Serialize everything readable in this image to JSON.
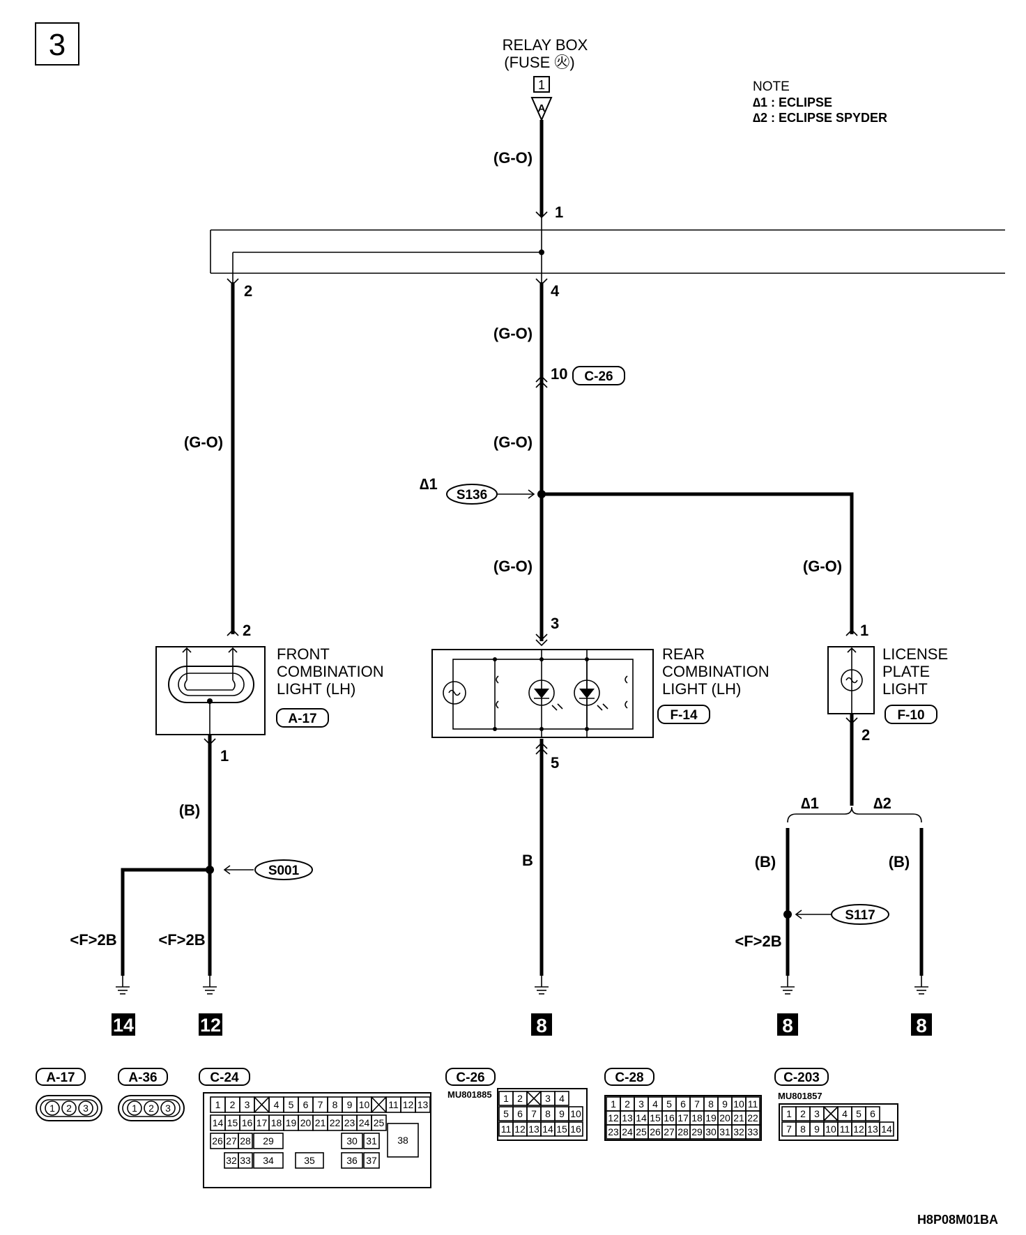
{
  "page": {
    "section_number": "3",
    "figure_code": "H8P08M01BA"
  },
  "note": {
    "title": "NOTE",
    "items": [
      "∆1 : ECLIPSE",
      "∆2 : ECLIPSE SPYDER"
    ]
  },
  "source": {
    "line1": "RELAY BOX",
    "line2": "(FUSE ㊋)",
    "connector_number": "1",
    "connector_letter": "A"
  },
  "wires": {
    "g_o": "(G-O)",
    "b_paren": "(B)",
    "b_plain": "B",
    "ground_ref": "<F>2B"
  },
  "pins": {
    "top_in": "1",
    "left_out": "2",
    "center_out": "4",
    "c26_pin": "10",
    "rear_in": "3",
    "rear_out": "5",
    "front_in": "2",
    "front_out": "1",
    "license_in": "1",
    "license_out": "2"
  },
  "splices": {
    "s136": "S136",
    "s001": "S001",
    "s117": "S117",
    "mark1": "∆1",
    "mark2": "∆2"
  },
  "components": {
    "front": {
      "lines": [
        "FRONT",
        "COMBINATION",
        "LIGHT (LH)"
      ],
      "connector": "A-17"
    },
    "rear": {
      "lines": [
        "REAR",
        "COMBINATION",
        "LIGHT (LH)"
      ],
      "connector": "F-14"
    },
    "license": {
      "lines": [
        "LICENSE",
        "PLATE",
        "LIGHT"
      ],
      "connector": "F-10"
    },
    "c26": "C-26"
  },
  "grounds": [
    "14",
    "12",
    "8",
    "8",
    "8"
  ],
  "connectors": {
    "a17": {
      "label": "A-17",
      "pins": [
        "1",
        "2",
        "3"
      ]
    },
    "a36": {
      "label": "A-36",
      "pins": [
        "1",
        "2",
        "3"
      ]
    },
    "c24": {
      "label": "C-24",
      "row1": [
        "1",
        "2",
        "3",
        "",
        "4",
        "5",
        "6",
        "7",
        "8",
        "9",
        "10",
        "",
        "11",
        "12",
        "13"
      ],
      "row2": [
        "14",
        "15",
        "16",
        "17",
        "18",
        "19",
        "20",
        "21",
        "22",
        "23",
        "24",
        "25"
      ],
      "row3": [
        "26",
        "27",
        "28",
        "29",
        "30",
        "31",
        "38"
      ],
      "row4": [
        "32",
        "33",
        "34",
        "35",
        "36",
        "37"
      ]
    },
    "c26": {
      "label": "C-26",
      "part": "MU801885",
      "row1": [
        "1",
        "2",
        "",
        "3",
        "4"
      ],
      "row2": [
        "5",
        "6",
        "7",
        "8",
        "9",
        "10"
      ],
      "row3": [
        "11",
        "12",
        "13",
        "14",
        "15",
        "16"
      ]
    },
    "c28": {
      "label": "C-28",
      "row1": [
        "1",
        "2",
        "3",
        "4",
        "5",
        "6",
        "7",
        "8",
        "9",
        "10",
        "11"
      ],
      "row2": [
        "12",
        "13",
        "14",
        "15",
        "16",
        "17",
        "18",
        "19",
        "20",
        "21",
        "22"
      ],
      "row3": [
        "23",
        "24",
        "25",
        "26",
        "27",
        "28",
        "29",
        "30",
        "31",
        "32",
        "33"
      ]
    },
    "c203": {
      "label": "C-203",
      "part": "MU801857",
      "row1": [
        "1",
        "2",
        "3",
        "",
        "4",
        "5",
        "6"
      ],
      "row2": [
        "7",
        "8",
        "9",
        "10",
        "11",
        "12",
        "13",
        "14"
      ]
    }
  }
}
